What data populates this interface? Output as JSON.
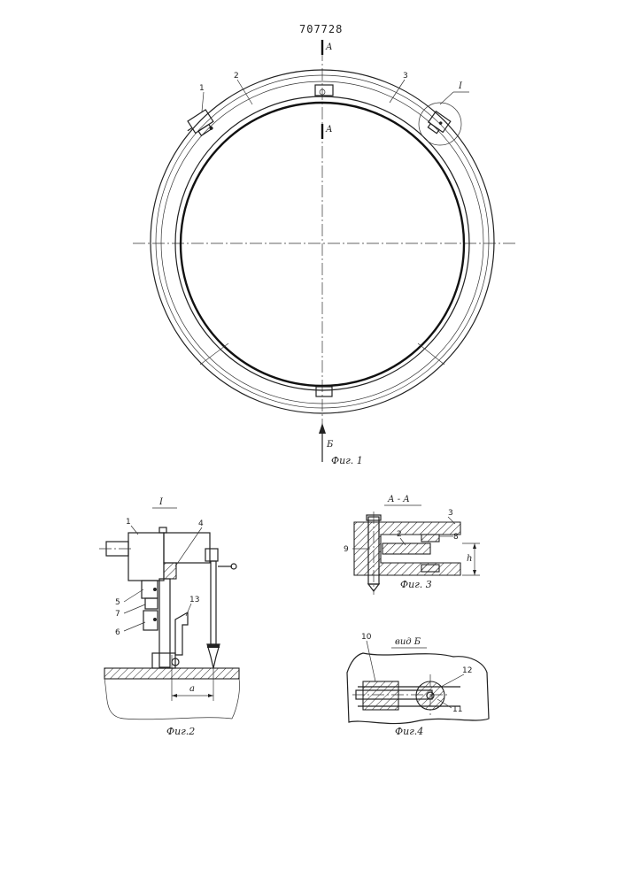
{
  "patent_number": "707728",
  "fig1": {
    "caption": "Фиг. 1",
    "section_mark_top": "А",
    "section_mark_mid": "А",
    "view_mark": "Б",
    "callouts": [
      "1",
      "2",
      "3"
    ],
    "detail_mark": "I"
  },
  "fig2": {
    "caption": "Фиг.2",
    "title": "I",
    "callouts": [
      "1",
      "4",
      "5",
      "7",
      "6",
      "13"
    ],
    "dimension": "a"
  },
  "fig3": {
    "caption": "Фиг. 3",
    "title": "А - А",
    "callouts": [
      "3",
      "2",
      "8",
      "9"
    ],
    "dimension": "h"
  },
  "fig4": {
    "caption": "Фиг.4",
    "title": "вид Б",
    "callouts": [
      "10",
      "12",
      "11"
    ]
  }
}
